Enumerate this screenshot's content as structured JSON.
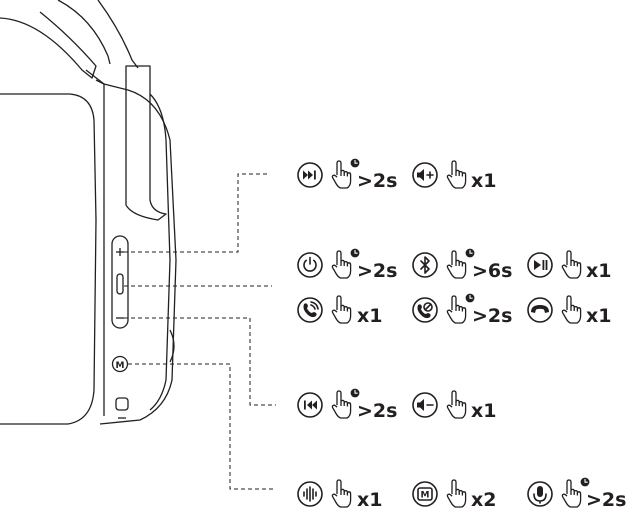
{
  "rows": [
    {
      "items": [
        {
          "icon": "next-track-icon",
          "gesture": "press-hold-hand-icon",
          "label": ">2s"
        },
        {
          "icon": "volume-up-icon",
          "gesture": "press-hand-icon",
          "label": "x1"
        }
      ]
    },
    {
      "items": [
        {
          "icon": "power-icon",
          "gesture": "press-hold-hand-icon",
          "label": ">2s"
        },
        {
          "icon": "bluetooth-icon",
          "gesture": "press-hold-hand-icon",
          "label": ">6s"
        },
        {
          "icon": "play-pause-icon",
          "gesture": "press-hand-icon",
          "label": "x1"
        }
      ]
    },
    {
      "items": [
        {
          "icon": "answer-call-icon",
          "gesture": "press-hand-icon",
          "label": "x1"
        },
        {
          "icon": "reject-call-icon",
          "gesture": "press-hold-hand-icon",
          "label": ">2s"
        },
        {
          "icon": "hang-up-icon",
          "gesture": "press-hand-icon",
          "label": "x1"
        }
      ]
    },
    {
      "items": [
        {
          "icon": "previous-track-icon",
          "gesture": "press-hold-hand-icon",
          "label": ">2s"
        },
        {
          "icon": "volume-down-icon",
          "gesture": "press-hand-icon",
          "label": "x1"
        }
      ]
    },
    {
      "items": [
        {
          "icon": "ambient-sound-icon",
          "gesture": "press-hand-icon",
          "label": "x1"
        },
        {
          "icon": "m-mode-icon",
          "gesture": "press-hand-icon",
          "label": "x2"
        },
        {
          "icon": "voice-assistant-icon",
          "gesture": "press-hold-hand-icon",
          "label": ">2s"
        }
      ]
    }
  ],
  "colors": {
    "ink": "#231f20",
    "background": "#ffffff"
  }
}
